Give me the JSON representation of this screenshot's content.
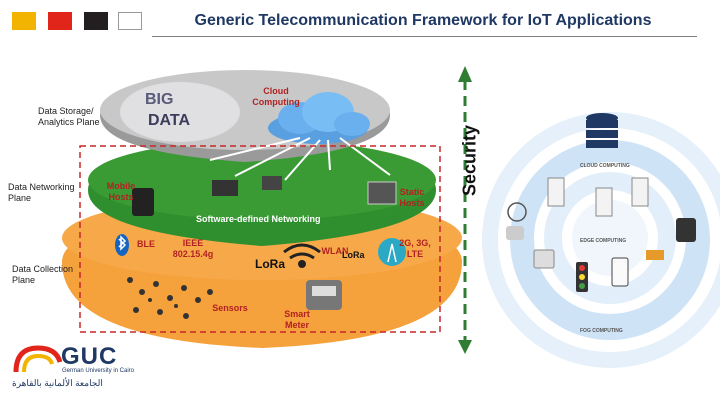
{
  "colors": {
    "accent": "#b22222",
    "title": "#1f3864",
    "squares": [
      "#f2b400",
      "#e1251b",
      "#231f20",
      "#ffffff"
    ]
  },
  "header": {
    "title": "Generic Telecommunication Framework for IoT Applications"
  },
  "planes": {
    "storage": "Data Storage/ Analytics Plane",
    "networking": "Data Networking Plane",
    "collection": "Data Collection Plane"
  },
  "top": {
    "cloud": "Cloud Computing",
    "big": "BIG",
    "data": "DATA"
  },
  "middle": {
    "mobile_hosts": "Mobile Hosts",
    "static_hosts": "Static Hosts",
    "sdn": "Software-defined Networking"
  },
  "bottom": {
    "ble": "BLE",
    "ieee": "IEEE 802.15.4g",
    "lora_large": "LoRa",
    "wlan": "WLAN",
    "lora_small": "LoRa",
    "cellular": "2G, 3G, LTE",
    "sensors": "Sensors",
    "smart_meter": "Smart Meter"
  },
  "security": "Security",
  "rings": {
    "cloud": "CLOUD COMPUTING",
    "edge": "EDGE COMPUTING",
    "fog": "FOG COMPUTING"
  },
  "logo": {
    "name": "GUC",
    "subtitle": "German University in Cairo",
    "arabic": "الجامعة الألمانية بالقاهرة"
  }
}
